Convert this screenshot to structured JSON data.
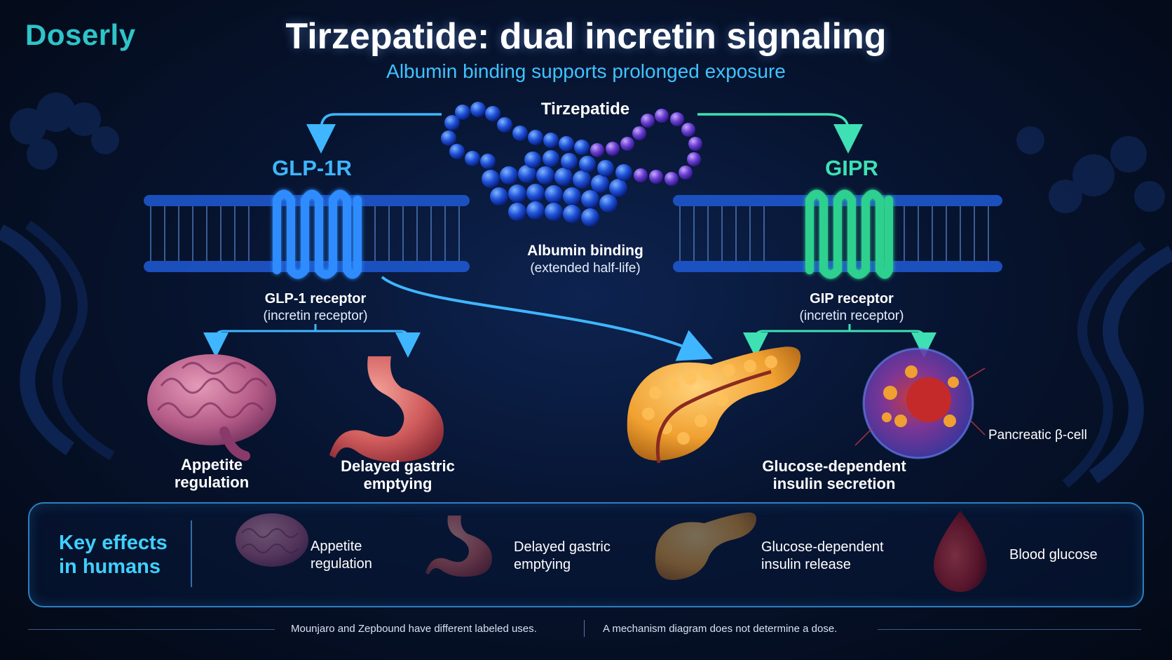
{
  "brand": "Doserly",
  "title": "Tirzepatide: dual incretin signaling",
  "subtitle": "Albumin binding supports prolonged exposure",
  "molecule": {
    "name": "Tirzepatide",
    "binding_label": "Albumin binding",
    "binding_note": "(extended half-life)"
  },
  "receptors": {
    "left": {
      "short": "GLP-1R",
      "full": "GLP-1 receptor",
      "note": "(incretin receptor)",
      "color": "#3fb6ff"
    },
    "right": {
      "short": "GIPR",
      "full": "GIP receptor",
      "note": "(incretin receptor)",
      "color": "#3fe0b3"
    }
  },
  "organs": {
    "brain": {
      "icon": "brain-icon",
      "label_line1": "Appetite",
      "label_line2": "regulation"
    },
    "stomach": {
      "icon": "stomach-icon",
      "label_line1": "Delayed gastric",
      "label_line2": "emptying"
    },
    "pancreas": {
      "icon": "pancreas-icon",
      "label_line1": "Glucose-dependent",
      "label_line2": "insulin secretion"
    },
    "beta_cell": {
      "icon": "beta-cell-icon",
      "label": "Pancreatic β-cell"
    }
  },
  "key_effects": {
    "heading_line1": "Key effects",
    "heading_line2": "in humans",
    "items": [
      {
        "icon": "brain-icon",
        "line1": "Appetite",
        "line2": "regulation"
      },
      {
        "icon": "stomach-icon",
        "line1": "Delayed gastric",
        "line2": "emptying"
      },
      {
        "icon": "pancreas-icon",
        "line1": "Glucose-dependent",
        "line2": "insulin release"
      },
      {
        "icon": "blood-drop-icon",
        "line1": "Blood glucose",
        "line2": ""
      }
    ]
  },
  "footer": {
    "left": "Mounjaro and Zepbound have different labeled uses.",
    "right": "A mechanism diagram does not determine a dose."
  },
  "colors": {
    "accent_blue": "#3fb6ff",
    "accent_green": "#3fe0b3",
    "brand_teal": "#2ec4c8",
    "background": "#071430"
  }
}
